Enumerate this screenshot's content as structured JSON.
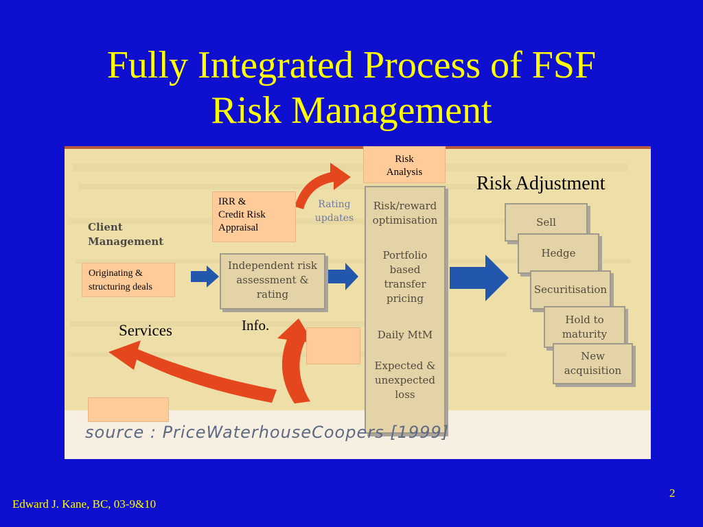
{
  "title": {
    "line1": "Fully Integrated Process of FSF",
    "line2": "Risk Management"
  },
  "diagram": {
    "client_management": "Client\nManagement",
    "independent_risk": "Independent risk\nassessment &\nrating",
    "rating_updates": "Rating\nupdates",
    "central_column": {
      "risk_reward": "Risk/reward\noptimisation",
      "portfolio": "Portfolio\nbased\ntransfer\npricing",
      "daily_mtm": "Daily MtM",
      "expected_loss": "Expected &\nunexpected\nloss"
    },
    "adjustment_actions": [
      {
        "label": "Sell"
      },
      {
        "label": "Hedge"
      },
      {
        "label": "Securitisation"
      },
      {
        "label": "Hold to\nmaturity"
      },
      {
        "label": "New\nacquisition"
      }
    ],
    "source_note": "source : PriceWaterhouseCoopers [1999]",
    "overlay_labels": {
      "risk_analysis": "Risk\nAnalysis",
      "risk_adjustment": "Risk Adjustment",
      "irr_credit": "IRR &\nCredit Risk\nAppraisal",
      "originating": "Originating &\nstructuring deals",
      "services": "Services",
      "info": "Info."
    }
  },
  "footer": {
    "author": "Edward J. Kane, BC, 03-9&10",
    "page": "2"
  },
  "colors": {
    "background": "#0f10cf",
    "title": "#ffff00",
    "peach": "#ffcc99",
    "arrow_red": "#e4471e",
    "arrow_blue": "#2356ad"
  }
}
